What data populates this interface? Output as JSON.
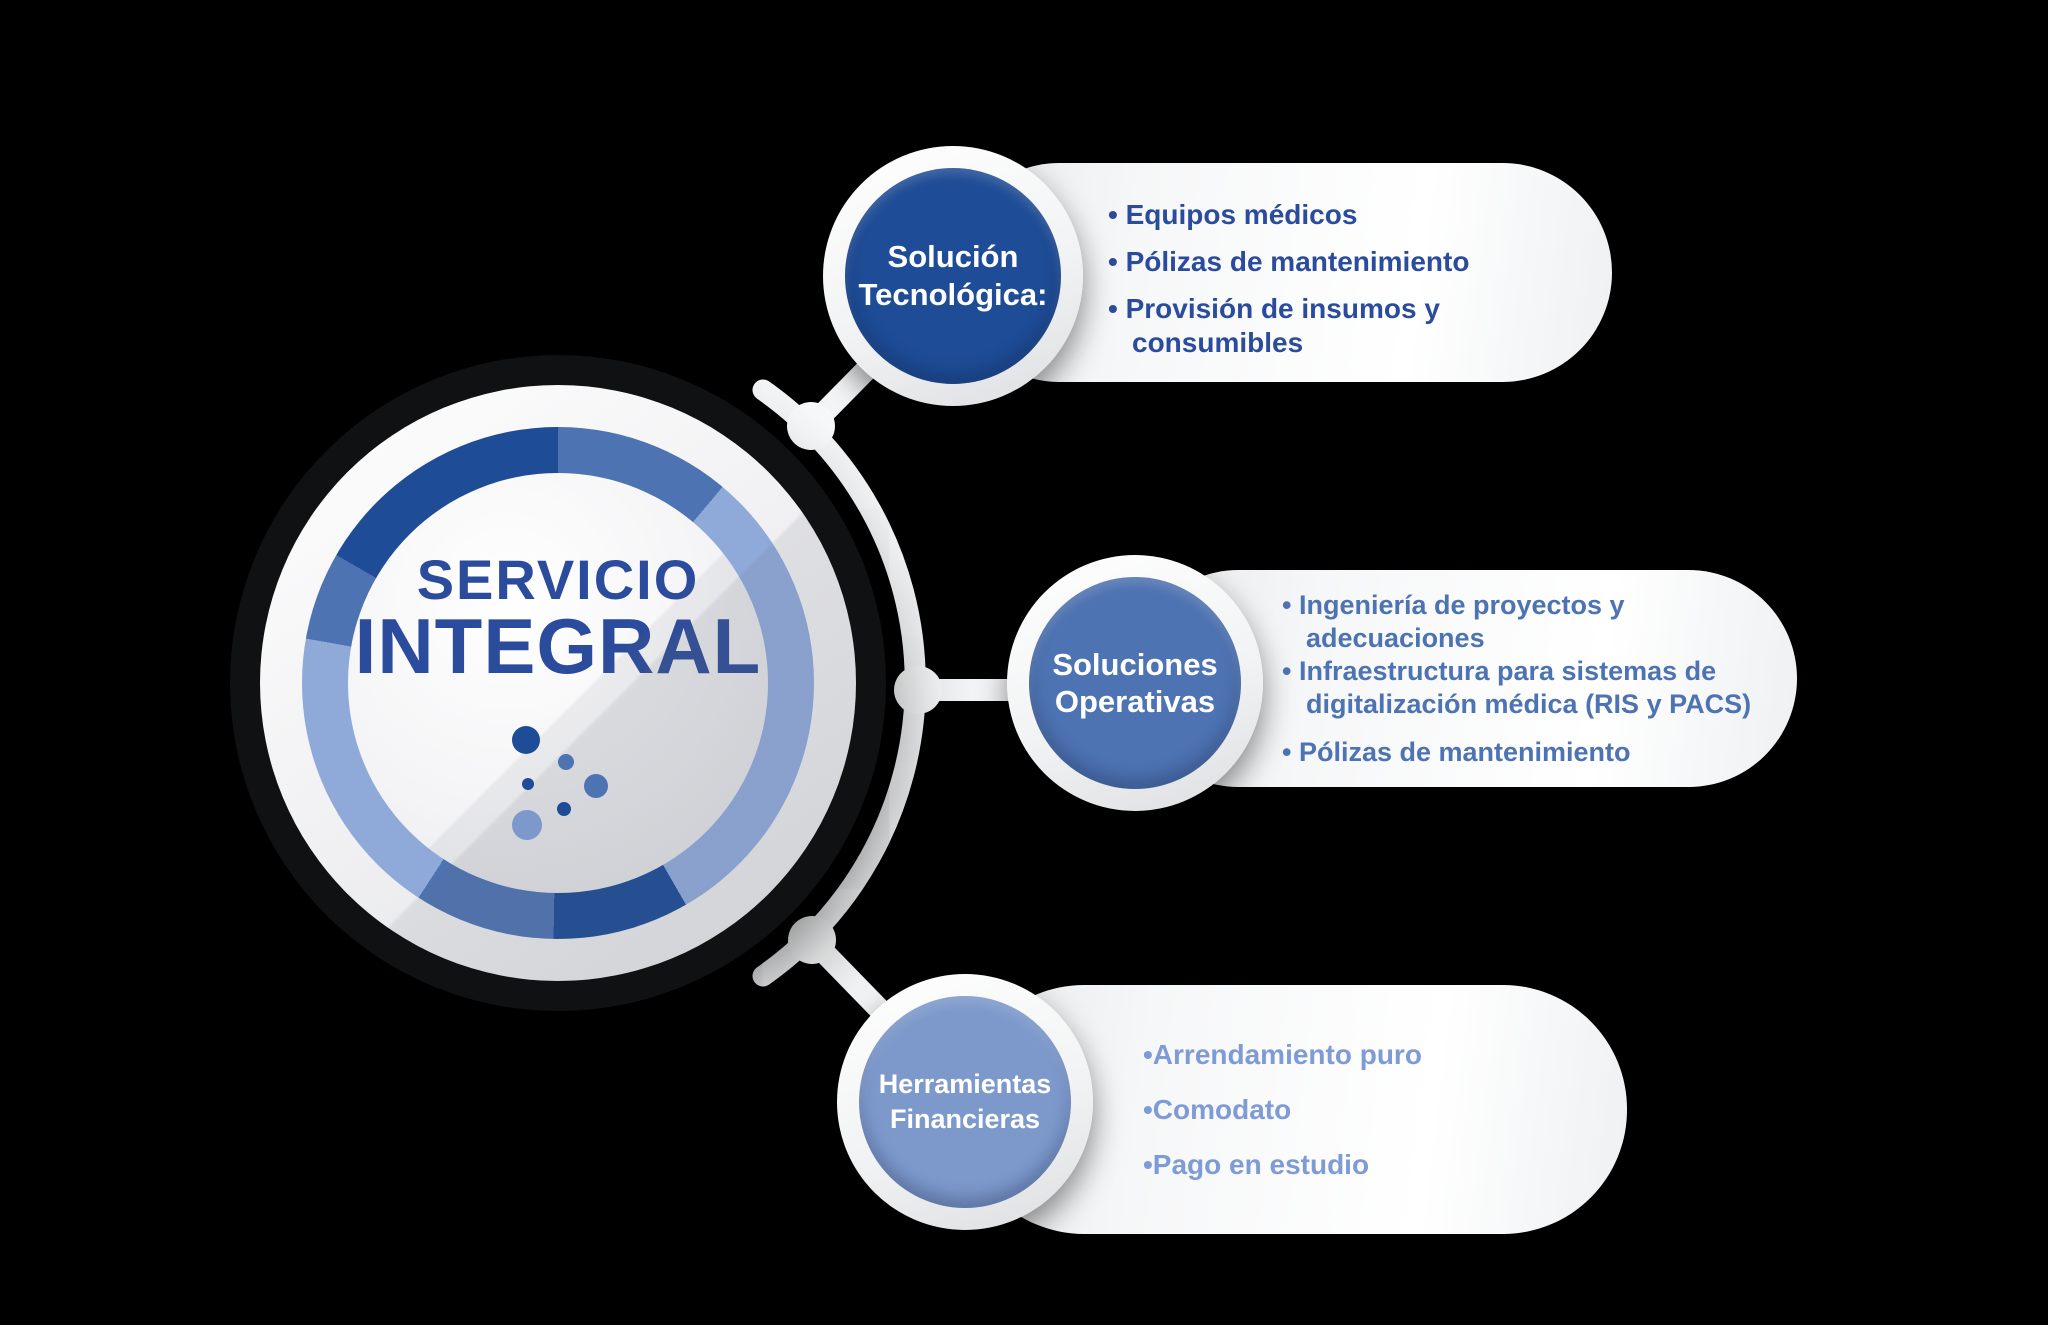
{
  "palette": {
    "background": "#000000",
    "navy": "#1e4c96",
    "medium_blue": "#4e73b2",
    "light_blue": "#8fa9d9",
    "pale_blue_circle": "#7d99cc",
    "text_navy": "#2b4b9c",
    "text_medium": "#4d73b3",
    "text_light": "#7e9bd6",
    "white": "#ffffff"
  },
  "center_badge": {
    "title_line1": "SERVICIO",
    "title_line2": "INTEGRAL"
  },
  "branches": [
    {
      "title_line1": "Solución",
      "title_line2": "Tecnológica:",
      "items": [
        "• Equipos médicos",
        "• Pólizas de mantenimiento",
        "• Provisión de insumos y consumibles"
      ]
    },
    {
      "title_line1": "Soluciones",
      "title_line2": "Operativas",
      "items": [
        "• Ingeniería de proyectos y adecuaciones",
        "• Infraestructura para sistemas de digitalización médica (RIS y PACS)",
        "• Pólizas de mantenimiento"
      ]
    },
    {
      "title_line1": "Herramientas",
      "title_line2": "Financieras",
      "items": [
        "•Arrendamiento puro",
        "•Comodato",
        "•Pago en estudio"
      ]
    }
  ]
}
